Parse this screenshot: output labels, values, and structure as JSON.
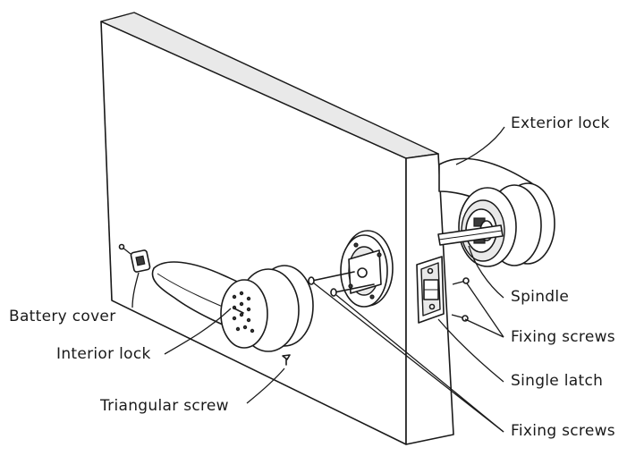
{
  "labels": {
    "exterior_lock": "Exterior lock",
    "spindle": "Spindle",
    "fixing_screws_right": "Fixing screws",
    "single_latch": "Single latch",
    "fixing_screws_bottom": "Fixing screws",
    "battery_cover": "Battery cover",
    "interior_lock": "Interior lock",
    "triangular_screw": "Triangular screw"
  },
  "colors": {
    "line": "#1a1a1a",
    "background": "#ffffff",
    "shade": "#e9e9e9"
  }
}
